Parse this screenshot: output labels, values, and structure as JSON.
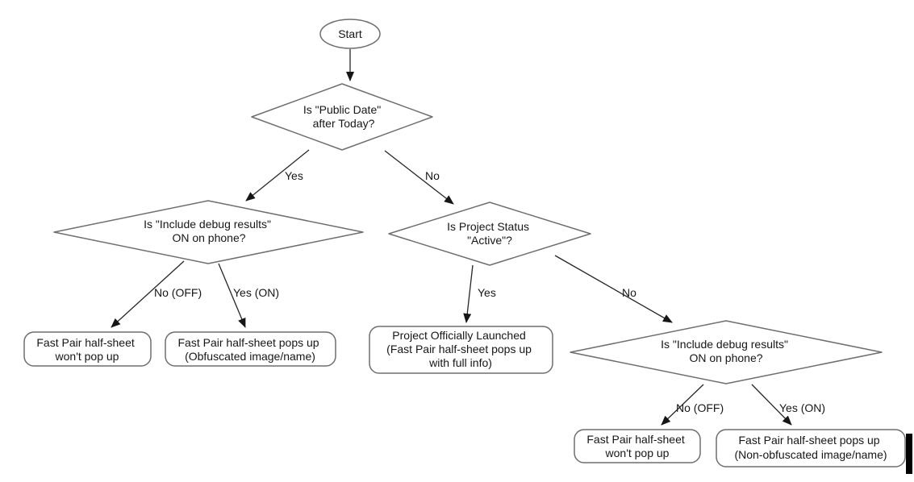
{
  "flowchart": {
    "nodes": {
      "start": {
        "type": "terminator",
        "label": "Start"
      },
      "public_date": {
        "type": "decision",
        "lines": [
          "Is \"Public Date\"",
          "after Today?"
        ]
      },
      "debug_left": {
        "type": "decision",
        "lines": [
          "Is \"Include debug results\"",
          "ON on phone?"
        ]
      },
      "project_status": {
        "type": "decision",
        "lines": [
          "Is Project Status",
          "\"Active\"?"
        ]
      },
      "debug_right": {
        "type": "decision",
        "lines": [
          "Is \"Include debug results\"",
          "ON on phone?"
        ]
      },
      "no_popup_left": {
        "type": "result",
        "lines": [
          "Fast Pair half-sheet",
          "won't pop up"
        ]
      },
      "obfuscated_popup": {
        "type": "result",
        "lines": [
          "Fast Pair half-sheet pops up",
          "(Obfuscated image/name)"
        ]
      },
      "launched": {
        "type": "result",
        "lines": [
          "Project Officially Launched",
          "(Fast Pair half-sheet pops up",
          "with full info)"
        ]
      },
      "no_popup_right": {
        "type": "result",
        "lines": [
          "Fast Pair half-sheet",
          "won't pop up"
        ]
      },
      "non_obfuscated_popup": {
        "type": "result",
        "lines": [
          "Fast Pair half-sheet pops up",
          "(Non-obfuscated image/name)"
        ]
      }
    },
    "edge_labels": {
      "public_date_yes": "Yes",
      "public_date_no": "No",
      "debug_left_no": "No (OFF)",
      "debug_left_yes": "Yes (ON)",
      "project_status_yes": "Yes",
      "project_status_no": "No",
      "debug_right_no": "No (OFF)",
      "debug_right_yes": "Yes (ON)"
    },
    "colors": {
      "background": "#ffffff",
      "shape_stroke": "#6e6e6e",
      "edge_stroke": "#262626",
      "text": "#161616",
      "cursor_bar": "#000000"
    }
  }
}
